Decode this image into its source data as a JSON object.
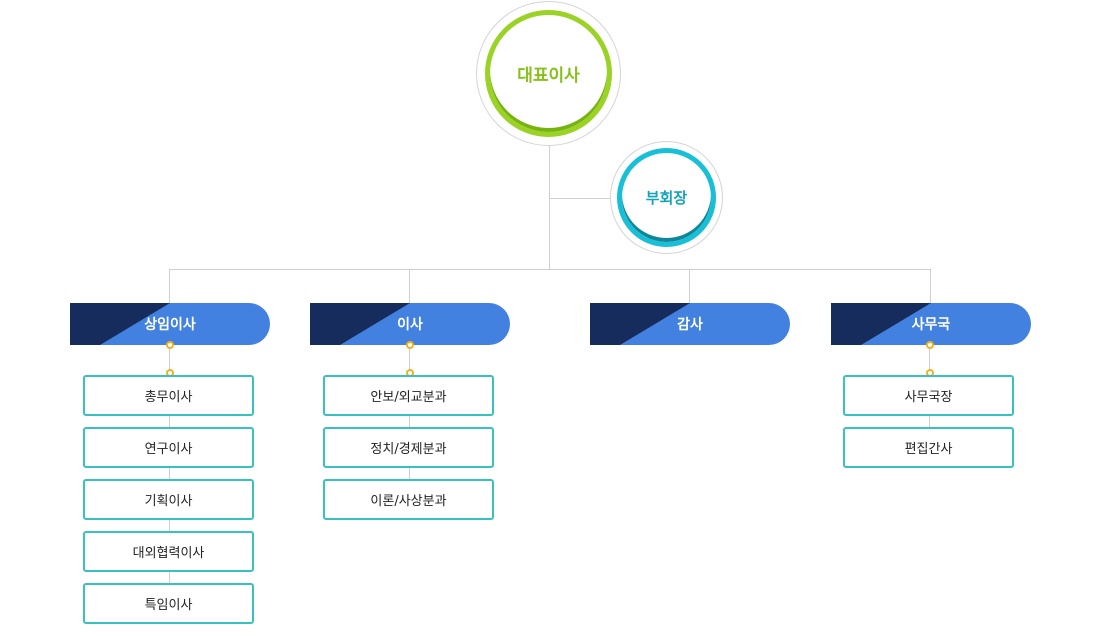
{
  "top": {
    "ceo": "대표이사",
    "vice_chair": "부회장"
  },
  "departments": [
    {
      "name": "상임이사",
      "items": [
        "총무이사",
        "연구이사",
        "기획이사",
        "대외협력이사",
        "특임이사"
      ]
    },
    {
      "name": "이사",
      "items": [
        "안보/외교분과",
        "정치/경제분과",
        "이론/사상분과"
      ]
    },
    {
      "name": "감사",
      "items": []
    },
    {
      "name": "사무국",
      "items": [
        "사무국장",
        "편집간사"
      ]
    }
  ],
  "colors": {
    "ceo_ring": "#9bd226",
    "vice_ring": "#19bfd6",
    "header_blue": "#4381e0",
    "header_navy": "#162c5c",
    "connector_ring": "#f2b21c",
    "item_border": "#38c0c2"
  }
}
